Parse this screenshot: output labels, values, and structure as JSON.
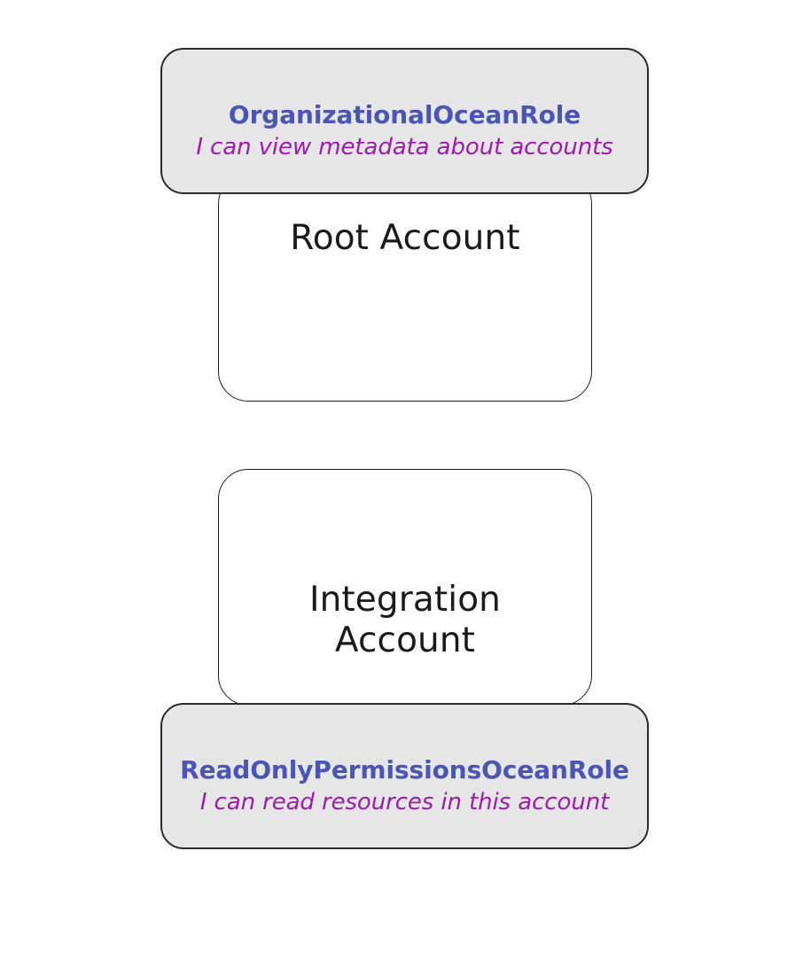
{
  "diagram": {
    "background_color": "#ffffff",
    "accounts": [
      {
        "id": "root-account",
        "label": "Root Account",
        "fill": "#ffffff",
        "border_color": "#1d1d1d"
      },
      {
        "id": "integration-account",
        "label": "Integration\nAccount",
        "fill": "#ffffff",
        "border_color": "#1d1d1d"
      }
    ],
    "roles": [
      {
        "id": "organizational-ocean-role",
        "name": "OrganizationalOceanRole",
        "description": "I can view metadata about accounts",
        "attached_to": "Root Account",
        "position": "top",
        "fill": "#e6e6e6",
        "border_color": "#2b2b2b",
        "name_color": "#4a55b4",
        "description_color": "#9c1bad"
      },
      {
        "id": "readonly-permissions-ocean-role",
        "name": "ReadOnlyPermissionsOceanRole",
        "description": "I can read resources in this account",
        "attached_to": "Integration Account",
        "position": "bottom",
        "fill": "#e6e6e6",
        "border_color": "#2b2b2b",
        "name_color": "#4a55b4",
        "description_color": "#9c1bad"
      }
    ]
  }
}
